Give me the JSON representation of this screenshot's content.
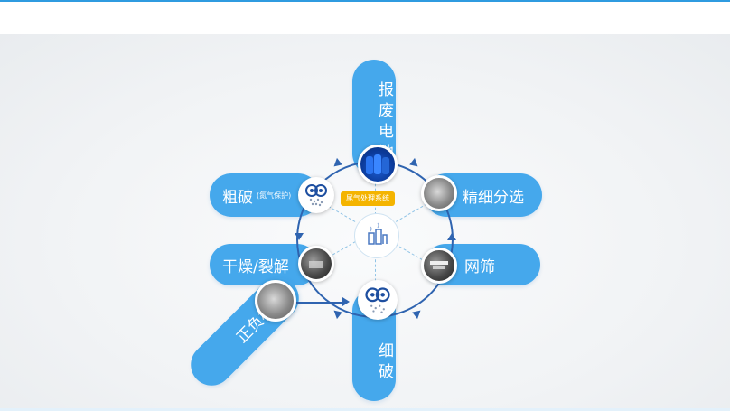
{
  "steps": {
    "top": "报废电池",
    "top_left": "粗破",
    "top_left_note": "(氮气保护)",
    "mid_left": "干燥/裂解",
    "diag": "正负极片",
    "bottom": "细破",
    "top_right": "精细分选",
    "mid_right": "网筛"
  },
  "center": {
    "badge": "尾气处理系统"
  },
  "colors": {
    "pill": "#45a8ec",
    "ring": "#2f64b0",
    "badge": "#f4b400"
  }
}
